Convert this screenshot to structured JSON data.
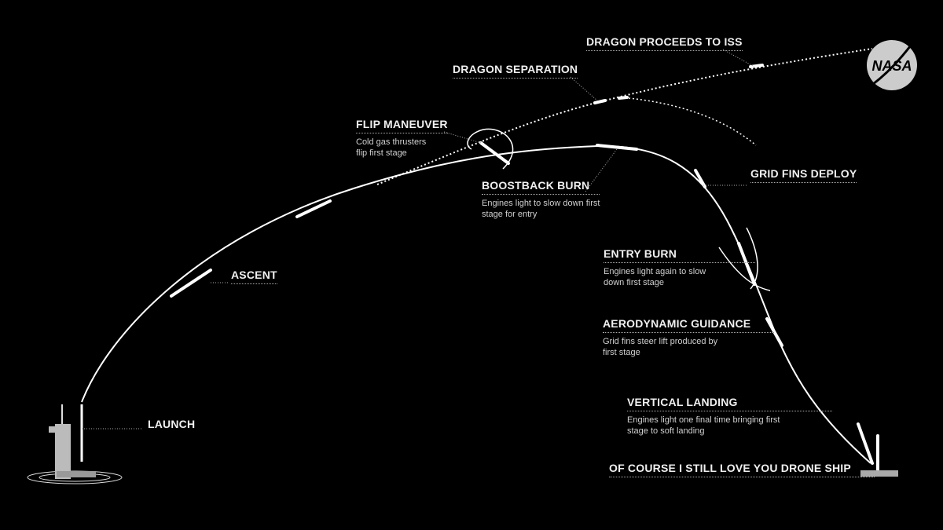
{
  "logo": {
    "text": "NASA"
  },
  "milestones": [
    {
      "title": "DRAGON PROCEEDS TO ISS"
    },
    {
      "title": "DRAGON SEPARATION"
    },
    {
      "title": "FLIP MANEUVER",
      "desc": [
        "Cold gas thrusters",
        "flip first stage"
      ]
    },
    {
      "title": "BOOSTBACK BURN",
      "desc": [
        "Engines light to slow down first",
        "stage for entry"
      ]
    },
    {
      "title": "GRID FINS DEPLOY"
    },
    {
      "title": "ASCENT"
    },
    {
      "title": "ENTRY BURN",
      "desc": [
        "Engines light again to slow",
        "down first stage"
      ]
    },
    {
      "title": "AERODYNAMIC GUIDANCE",
      "desc": [
        "Grid fins steer lift produced by",
        "first stage"
      ]
    },
    {
      "title": "VERTICAL LANDING",
      "desc": [
        "Engines light one final time bringing first",
        "stage to soft landing"
      ]
    },
    {
      "title": "LAUNCH"
    },
    {
      "title": "OF COURSE I STILL LOVE YOU DRONE SHIP"
    }
  ]
}
